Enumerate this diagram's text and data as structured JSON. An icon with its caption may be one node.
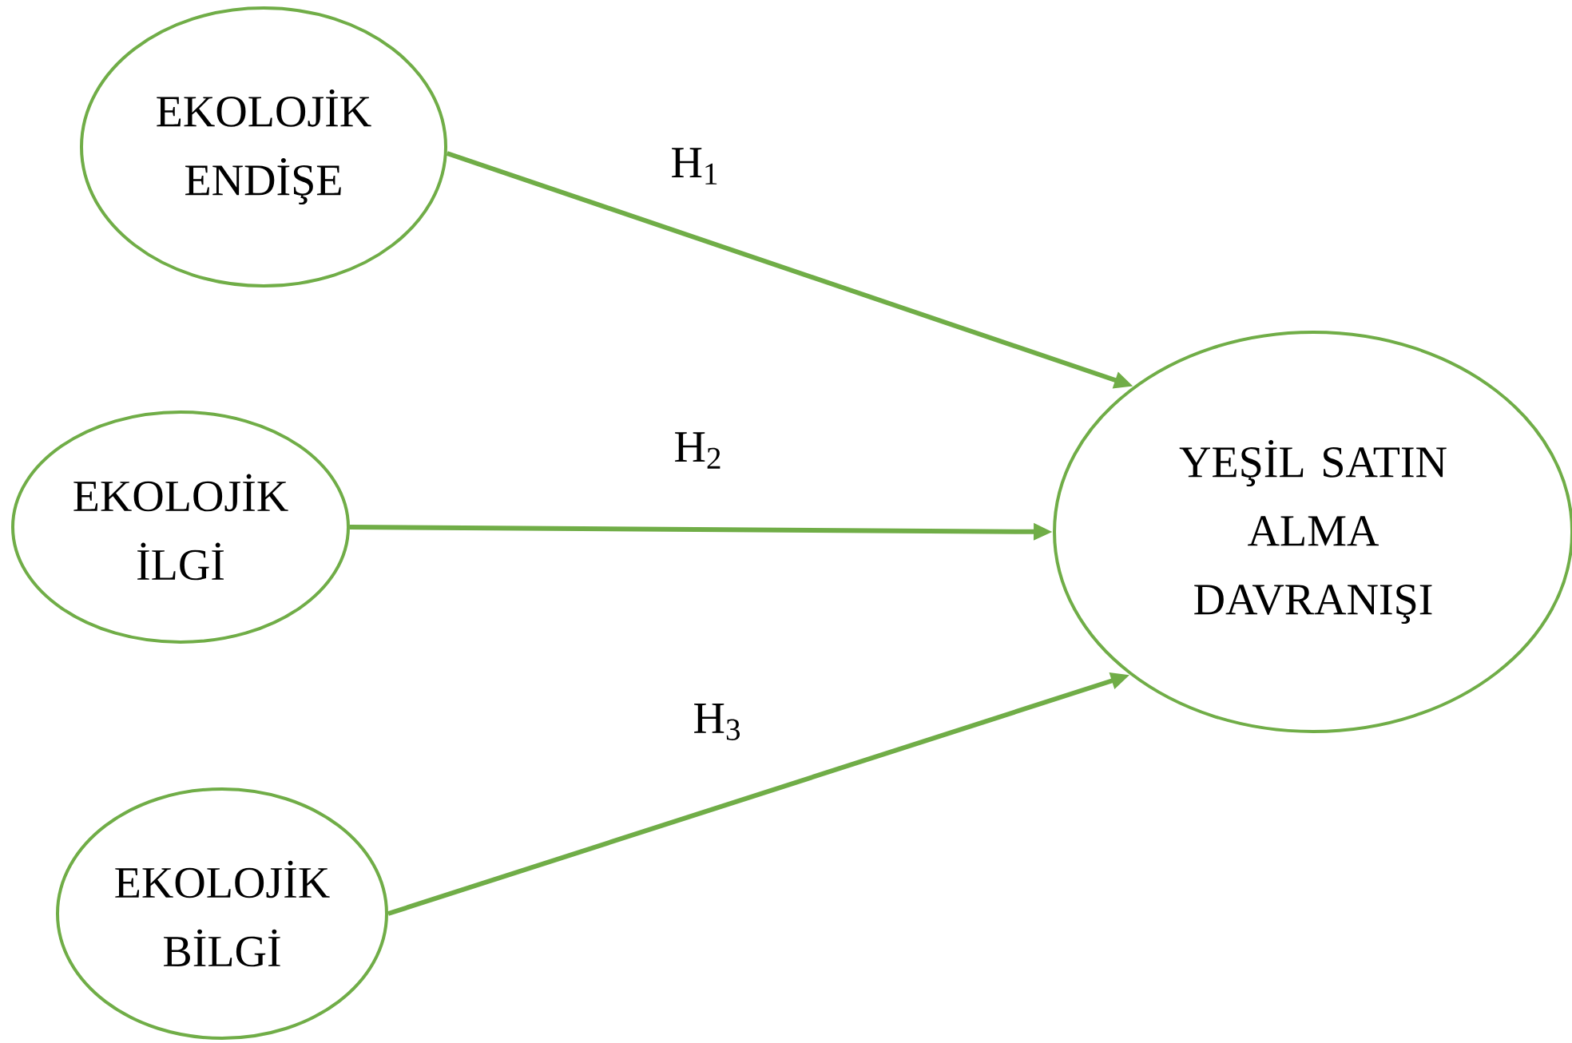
{
  "diagram": {
    "nodes": [
      {
        "text": [
          "EKOLOJİK ENDİŞE"
        ]
      },
      {
        "text": [
          "EKOLOJİK İLGİ"
        ]
      },
      {
        "text": [
          "EKOLOJİK BİLGİ"
        ]
      },
      {
        "text": [
          "YEŞİL SATIN ALMA DAVRANIŞI"
        ]
      }
    ],
    "edges": [
      {
        "from": 0,
        "to": 3,
        "arrow": "to",
        "label": "H$_{1}$"
      },
      {
        "from": 1,
        "to": 3,
        "arrow": "to",
        "label": "H$_{2}$"
      },
      {
        "from": 2,
        "to": 3,
        "arrow": "to",
        "label": "H$_{3}$"
      }
    ]
  }
}
